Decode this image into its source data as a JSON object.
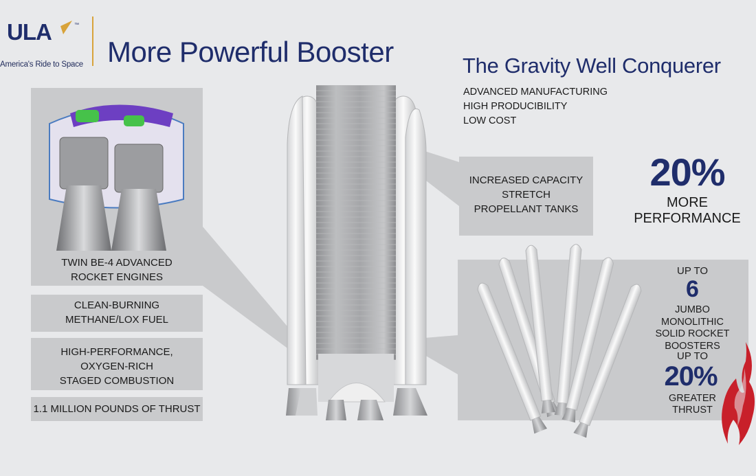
{
  "logo": {
    "wordmark": "ULA",
    "tm": "™",
    "tagline": "America's Ride to Space"
  },
  "header": {
    "title": "More Powerful Booster"
  },
  "subtitle": "The Gravity Well Conquerer",
  "features": [
    "ADVANCED MANUFACTURING",
    "HIGH PRODUCIBILITY",
    "LOW COST"
  ],
  "left_panels": {
    "engines": "TWIN BE-4 ADVANCED\nROCKET ENGINES",
    "fuel": "CLEAN-BURNING\nMETHANE/LOX FUEL",
    "combustion": "HIGH-PERFORMANCE,\nOXYGEN-RICH\nSTAGED COMBUSTION",
    "thrust": "1.1 MILLION POUNDS OF THRUST"
  },
  "tanks_panel": "INCREASED CAPACITY\nSTRETCH\nPROPELLANT TANKS",
  "performance": {
    "value": "20%",
    "label": "MORE\nPERFORMANCE"
  },
  "boosters": {
    "up_to_1": "UP TO",
    "count": "6",
    "desc": "JUMBO MONOLITHIC\nSOLID ROCKET\nBOOSTERS",
    "up_to_2": "UP TO",
    "thrust_value": "20%",
    "thrust_label": "GREATER\nTHRUST"
  },
  "colors": {
    "navy": "#1f2d6b",
    "panel": "#c9cacc",
    "background": "#e8e9eb",
    "flame": "#c8202a",
    "logo_accent": "#d8a33a"
  },
  "icons": [
    "ula-logo-icon",
    "engine-illustration",
    "rocket-illustration",
    "booster-illustration",
    "flame-icon"
  ]
}
